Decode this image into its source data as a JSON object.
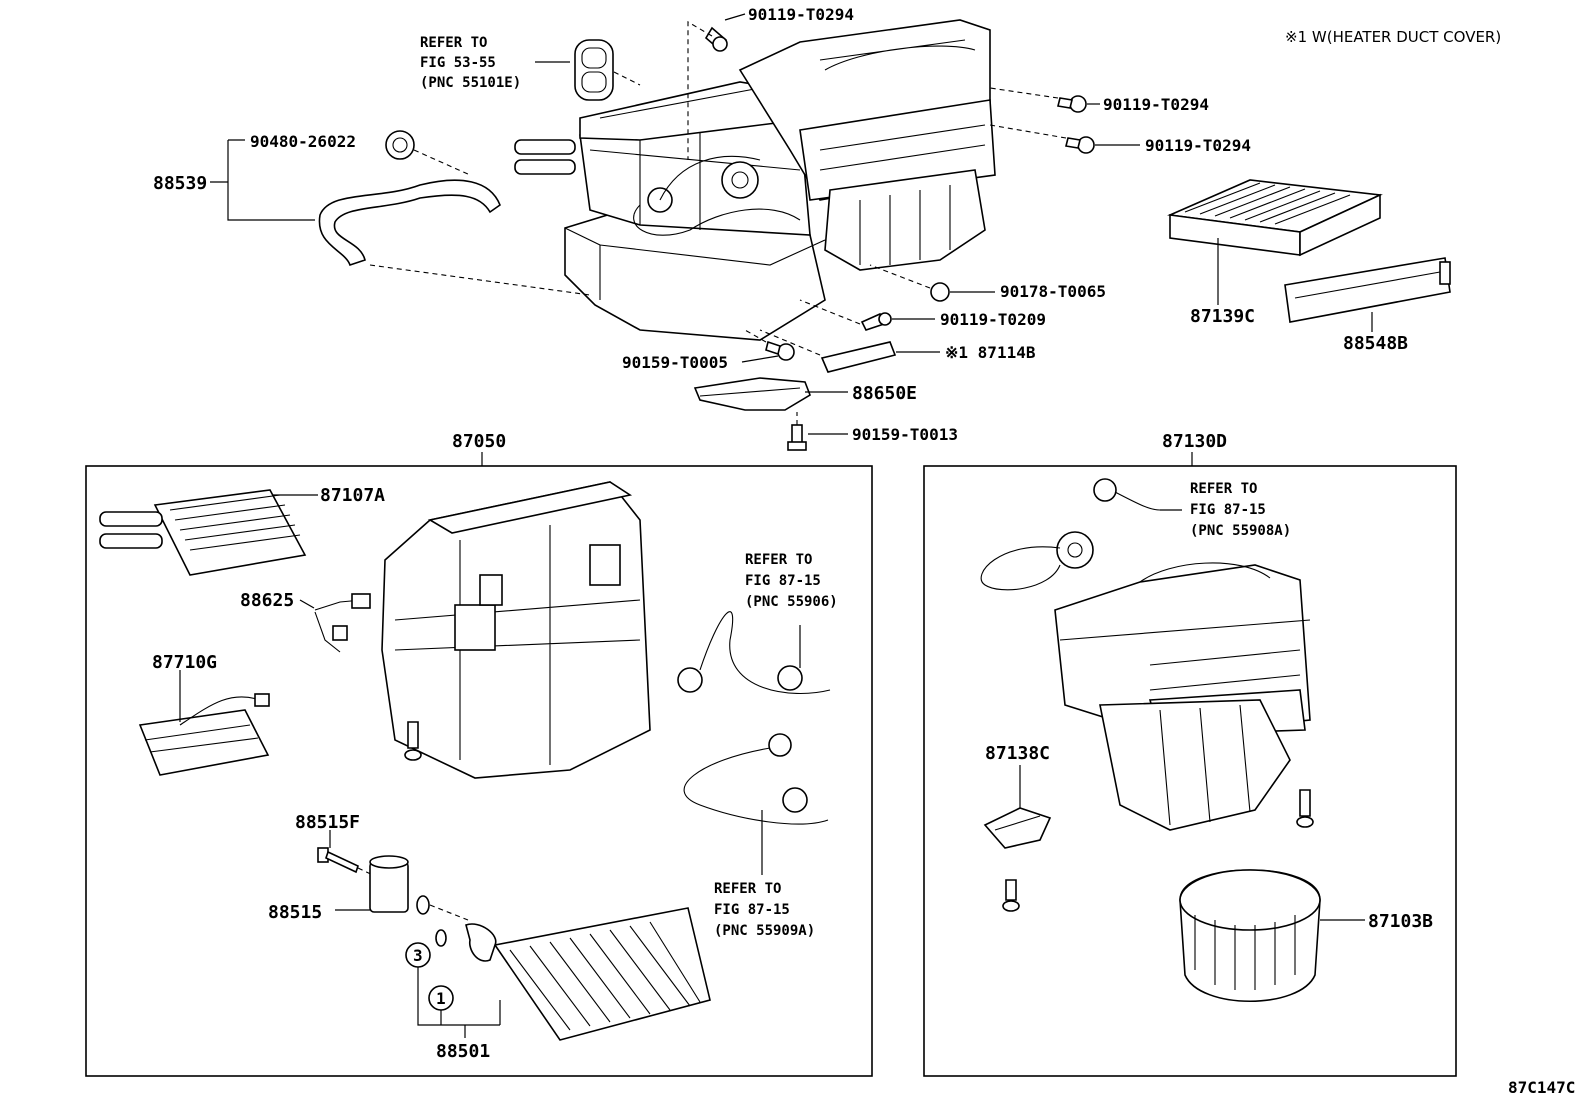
{
  "note": "※1  W(HEATER DUCT COVER)",
  "figure_code": "87C147C",
  "refs": {
    "fig_53_55": {
      "l1": "REFER TO",
      "l2": "FIG 53-55",
      "l3": "(PNC 55101E)"
    },
    "fig_87_15_a": {
      "l1": "REFER TO",
      "l2": "FIG 87-15",
      "l3": "(PNC 55906)"
    },
    "fig_87_15_b": {
      "l1": "REFER TO",
      "l2": "FIG 87-15",
      "l3": "(PNC 55909A)"
    },
    "fig_87_15_c": {
      "l1": "REFER TO",
      "l2": "FIG 87-15",
      "l3": "(PNC 55908A)"
    }
  },
  "parts": {
    "p90119_a": "90119-T0294",
    "p90119_b": "90119-T0294",
    "p90119_c": "90119-T0294",
    "p90480": "90480-26022",
    "p88539": "88539",
    "p90178": "90178-T0065",
    "p90119_209": "90119-T0209",
    "p87114b": "※1 87114B",
    "p90159_005": "90159-T0005",
    "p88650e": "88650E",
    "p90159_013": "90159-T0013",
    "p87139c": "87139C",
    "p88548b": "88548B",
    "p87050": "87050",
    "p87130d": "87130D",
    "p87107a": "87107A",
    "p88625": "88625",
    "p87710g": "87710G",
    "p88515f": "88515F",
    "p88515": "88515",
    "p88501": "88501",
    "p87138c": "87138C",
    "p87103b": "87103B",
    "circle3": "3",
    "circle1": "1"
  }
}
